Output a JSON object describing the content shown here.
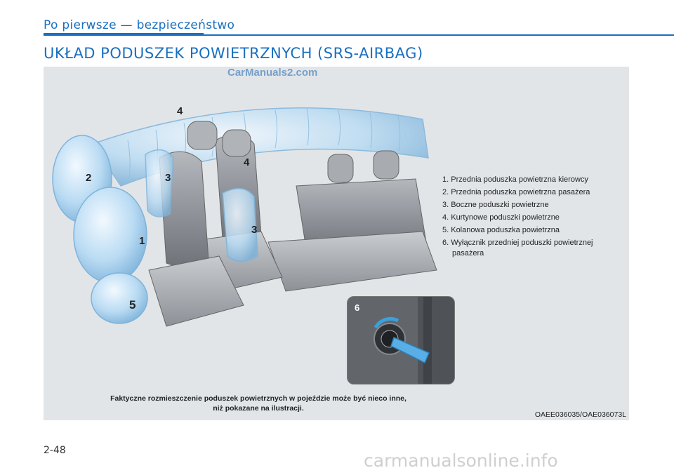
{
  "header": {
    "section": "Po pierwsze — bezpieczeństwo",
    "title": "UKŁAD PODUSZEK POWIETRZNYCH (SRS-AIRBAG)"
  },
  "figure": {
    "watermark_top": "CarManuals2.com",
    "callouts": [
      "1",
      "2",
      "3",
      "3",
      "4",
      "4",
      "5",
      "6"
    ],
    "legend": [
      "1. Przednia poduszka powietrzna kierowcy",
      "2. Przednia poduszka powietrzna pasażera",
      "3. Boczne poduszki powietrzne",
      "4. Kurtynowe poduszki powietrzne",
      "5. Kolanowa poduszka powietrzna",
      "6. Wyłącznik przedniej poduszki powietrznej",
      "pasażera"
    ],
    "caption_line1": "Faktyczne rozmieszczenie poduszek powietrznych w pojeździe może być nieco inne,",
    "caption_line2": "niż pokazane na ilustracji.",
    "image_code": "OAEE036035/OAE036073L"
  },
  "footer": {
    "page_number": "2-48",
    "watermark": "carmanualsonline.info"
  },
  "colors": {
    "accent": "#1a6fc0",
    "airbag": "#a9d1ee",
    "figure_bg": "#e2e5e8"
  }
}
